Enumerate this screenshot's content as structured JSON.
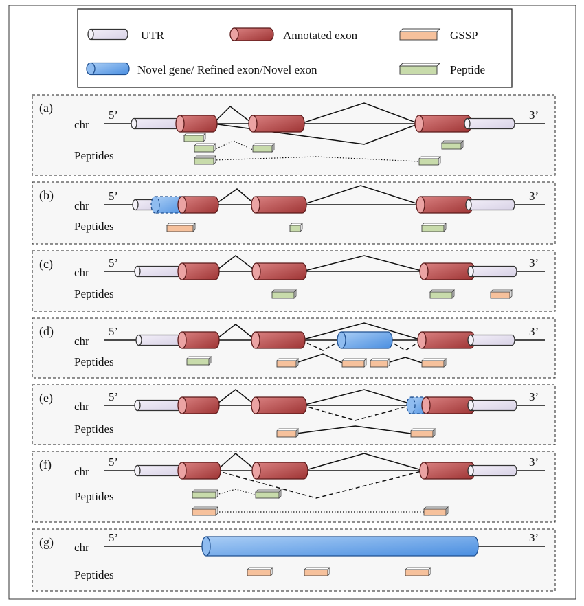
{
  "legend": {
    "utr": "UTR",
    "annotated_exon": "Annotated exon",
    "gssp": "GSSP",
    "novel": "Novel gene/ Refined exon/Novel exon",
    "peptide": "Peptide"
  },
  "common": {
    "chr": "chr",
    "peptides": "Peptides",
    "five_prime": "5’",
    "three_prime": "3’"
  },
  "panels": [
    {
      "label": "(a)"
    },
    {
      "label": "(b)"
    },
    {
      "label": "(c)"
    },
    {
      "label": "(d)"
    },
    {
      "label": "(e)"
    },
    {
      "label": "(f)"
    },
    {
      "label": "(g)"
    }
  ],
  "colors": {
    "utr": "#d8d2e6",
    "exon": "#9e3434",
    "exon_cap": "#eba3a3",
    "novel": "#4a8ee0",
    "gssp": "#f6c19c",
    "peptide": "#c8dbab",
    "panel_bg": "#f7f7f7"
  }
}
